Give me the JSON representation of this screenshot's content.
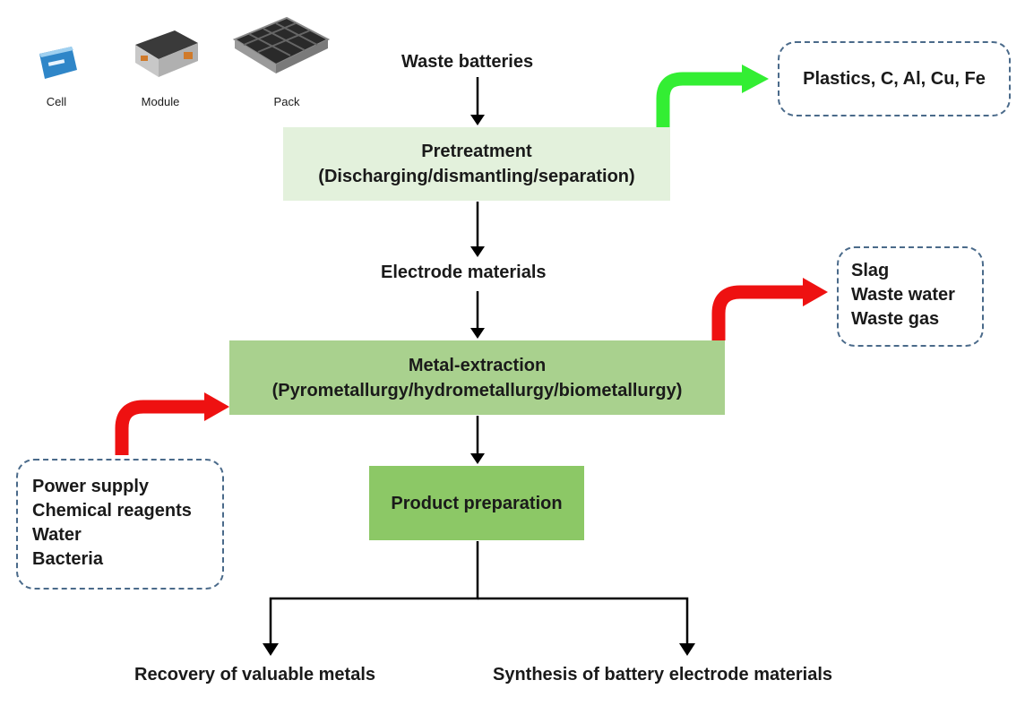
{
  "battery_types": {
    "cell": "Cell",
    "module": "Module",
    "pack": "Pack"
  },
  "flow": {
    "waste_batteries": "Waste batteries",
    "pretreatment": {
      "title": "Pretreatment",
      "subtitle": "(Discharging/dismantling/separation)"
    },
    "electrode_materials": "Electrode materials",
    "metal_extraction": {
      "title": "Metal-extraction",
      "subtitle": "(Pyrometallurgy/hydrometallurgy/biometallurgy)"
    },
    "product_preparation": "Product preparation",
    "outputs": {
      "left": "Recovery of valuable metals",
      "right": "Synthesis of battery electrode materials"
    }
  },
  "side_boxes": {
    "pretreatment_byproducts": "Plastics, C, Al, Cu, Fe",
    "extraction_wastes": [
      "Slag",
      "Waste water",
      "Waste gas"
    ],
    "extraction_inputs": [
      "Power supply",
      "Chemical reagents",
      "Water",
      "Bacteria"
    ]
  },
  "colors": {
    "pretreatment_box": "#e3f1dc",
    "extraction_box": "#a9d18e",
    "product_box": "#8cc866",
    "green_arrow": "#33ee33",
    "red_arrow": "#ee1111",
    "dashed_border": "#4a6a8a"
  }
}
